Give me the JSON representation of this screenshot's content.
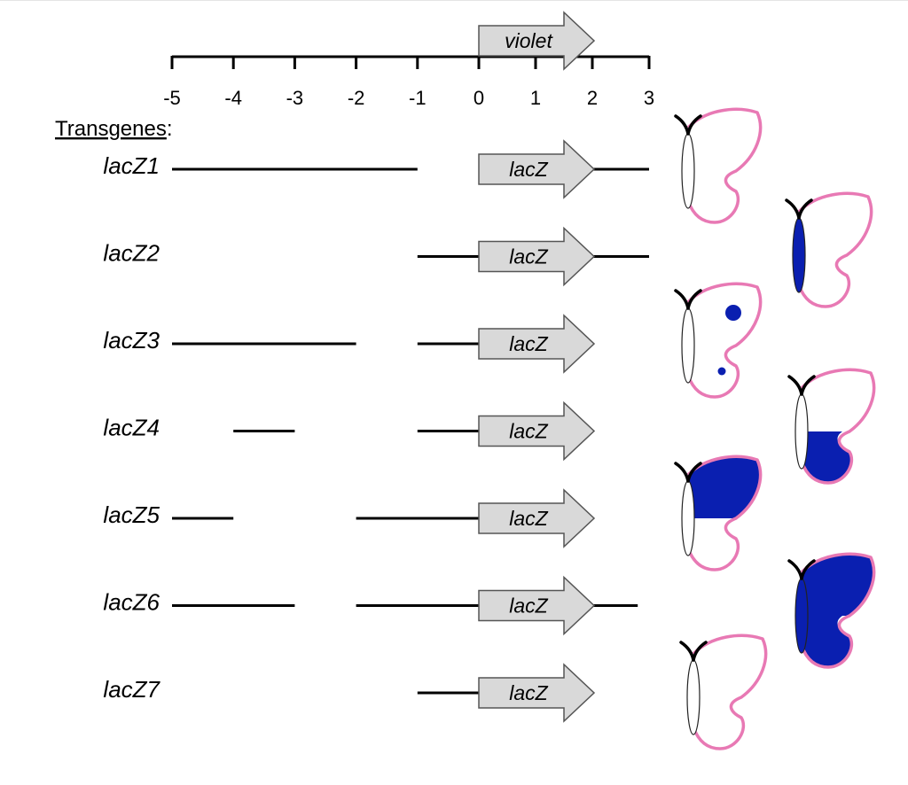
{
  "axis": {
    "ticks": [
      "-5",
      "-4",
      "-3",
      "-2",
      "-1",
      "0",
      "1",
      "2",
      "3"
    ],
    "gene_label": "violet"
  },
  "heading": "Transgenes",
  "heading_suffix": ":",
  "transgenes": [
    {
      "name": "lacZ1",
      "reporter": "lacZ",
      "segments": [
        [
          -5,
          -1
        ],
        [
          2,
          3
        ]
      ]
    },
    {
      "name": "lacZ2",
      "reporter": "lacZ",
      "segments": [
        [
          -1,
          0
        ],
        [
          2,
          3
        ]
      ]
    },
    {
      "name": "lacZ3",
      "reporter": "lacZ",
      "segments": [
        [
          -5,
          -2
        ],
        [
          -1,
          0
        ]
      ]
    },
    {
      "name": "lacZ4",
      "reporter": "lacZ",
      "segments": [
        [
          -4,
          -3
        ],
        [
          -1,
          0
        ]
      ]
    },
    {
      "name": "lacZ5",
      "reporter": "lacZ",
      "segments": [
        [
          -5,
          -4
        ],
        [
          -2,
          0
        ]
      ]
    },
    {
      "name": "lacZ6",
      "reporter": "lacZ",
      "segments": [
        [
          -5,
          -3
        ],
        [
          -2,
          0
        ],
        [
          2,
          2.8
        ]
      ]
    },
    {
      "name": "lacZ7",
      "reporter": "lacZ",
      "segments": [
        [
          -1,
          0
        ]
      ]
    }
  ],
  "butterflies": [
    {
      "pattern": "none"
    },
    {
      "pattern": "body"
    },
    {
      "pattern": "spots"
    },
    {
      "pattern": "lower-wing"
    },
    {
      "pattern": "upper-wing"
    },
    {
      "pattern": "body-and-wings"
    },
    {
      "pattern": "none"
    }
  ],
  "colors": {
    "stain": "#0a1fb0",
    "wing_outline": "#e879b4",
    "arrow_fill": "#d9d9d9",
    "arrow_stroke": "#555555",
    "line": "#000000"
  }
}
